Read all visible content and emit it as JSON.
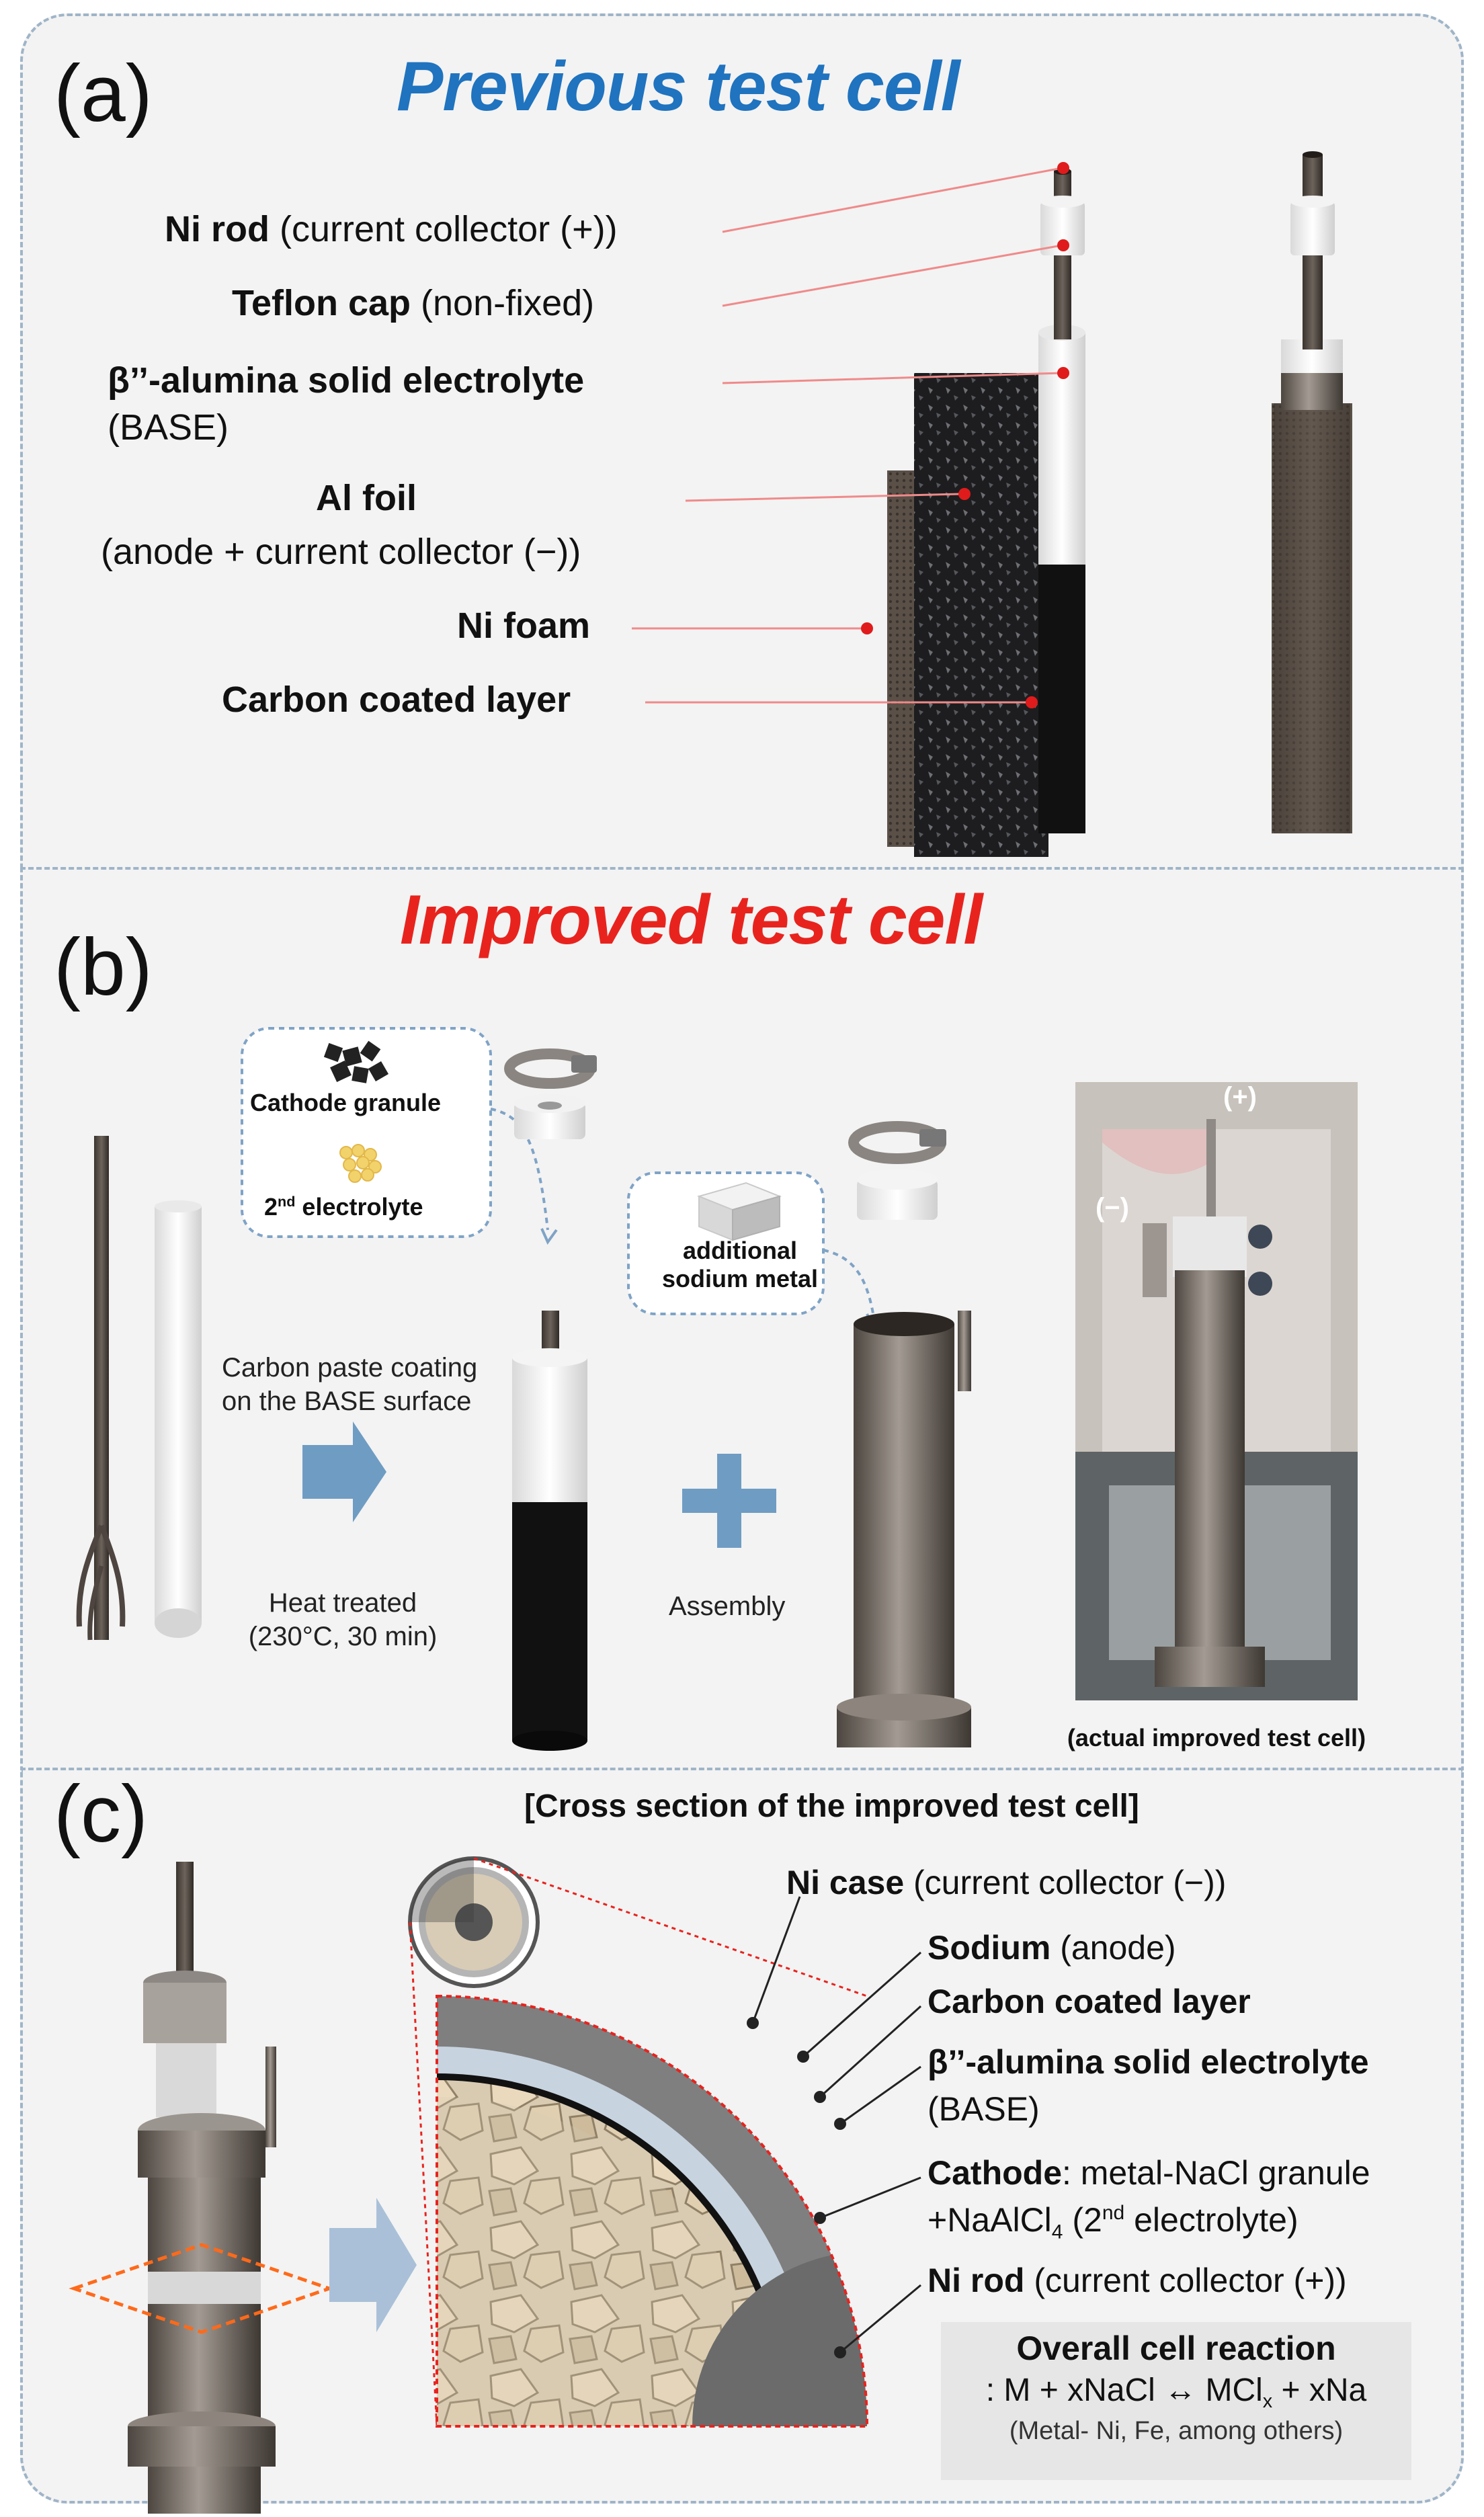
{
  "panel_a": {
    "letter": "(a)",
    "title": "Previous test cell",
    "labels": {
      "ni_rod": {
        "bold": "Ni rod",
        "rest": " (current collector (+))"
      },
      "teflon_cap": {
        "bold": "Teflon cap",
        "rest": " (non-fixed)"
      },
      "base_1": {
        "bold": "β’’-alumina solid electrolyte",
        "rest": ""
      },
      "base_2": "(BASE)",
      "al_foil_1": {
        "bold": "Al foil",
        "rest": ""
      },
      "al_foil_2": "(anode + current collector (−))",
      "ni_foam": {
        "bold": "Ni foam",
        "rest": ""
      },
      "carbon_layer": {
        "bold": "Carbon coated layer",
        "rest": ""
      }
    },
    "colors": {
      "title": "#1f73bf",
      "leader": "#f08a8a",
      "dot": "#e01b1b"
    }
  },
  "panel_b": {
    "letter": "(b)",
    "title": "Improved test cell",
    "cathode_granule": "Cathode granule",
    "second_electrolyte": {
      "sup": "nd",
      "pre": "2",
      "post": " electrolyte"
    },
    "carbon_paste_1": "Carbon paste coating",
    "carbon_paste_2": "on the BASE surface",
    "heat_1": "Heat treated",
    "heat_2": "(230°C, 30 min)",
    "additional_1": "additional",
    "additional_2": "sodium metal",
    "assembly": "Assembly",
    "photo_plus": "(+)",
    "photo_minus": "(−)",
    "photo_caption": "(actual improved test cell)",
    "colors": {
      "title": "#e8231e",
      "arrow": "#6f9cc3",
      "bubble": "#7fa3c6"
    }
  },
  "panel_c": {
    "letter": "(c)",
    "heading": "[Cross section of the improved test cell]",
    "labels": {
      "ni_case": {
        "bold": "Ni case",
        "rest": " (current collector (−))"
      },
      "sodium": {
        "bold": "Sodium",
        "rest": " (anode)"
      },
      "carbon_layer": {
        "bold": "Carbon coated layer",
        "rest": ""
      },
      "base_1": {
        "bold": "β’’-alumina solid electrolyte",
        "rest": ""
      },
      "base_2": "(BASE)",
      "cathode_1": {
        "bold": "Cathode",
        "rest": ": metal-NaCl granule"
      },
      "cathode_2": {
        "pre": "+NaAlCl",
        "sub": "4",
        "mid": " (2",
        "sup": "nd",
        "post": " electrolyte)"
      },
      "ni_rod": {
        "bold": "Ni rod",
        "rest": " (current collector (+))"
      }
    },
    "reaction": {
      "title": "Overall cell reaction",
      "eq_pre": ": M + xNaCl ↔ MCl",
      "eq_sub": "x",
      "eq_post": " + xNa",
      "note": "(Metal- Ni, Fe, among others)"
    },
    "colors": {
      "zoom_line": "#e8231e",
      "arrow": "#a9c0d8",
      "plane": "#ff6a1a"
    }
  }
}
